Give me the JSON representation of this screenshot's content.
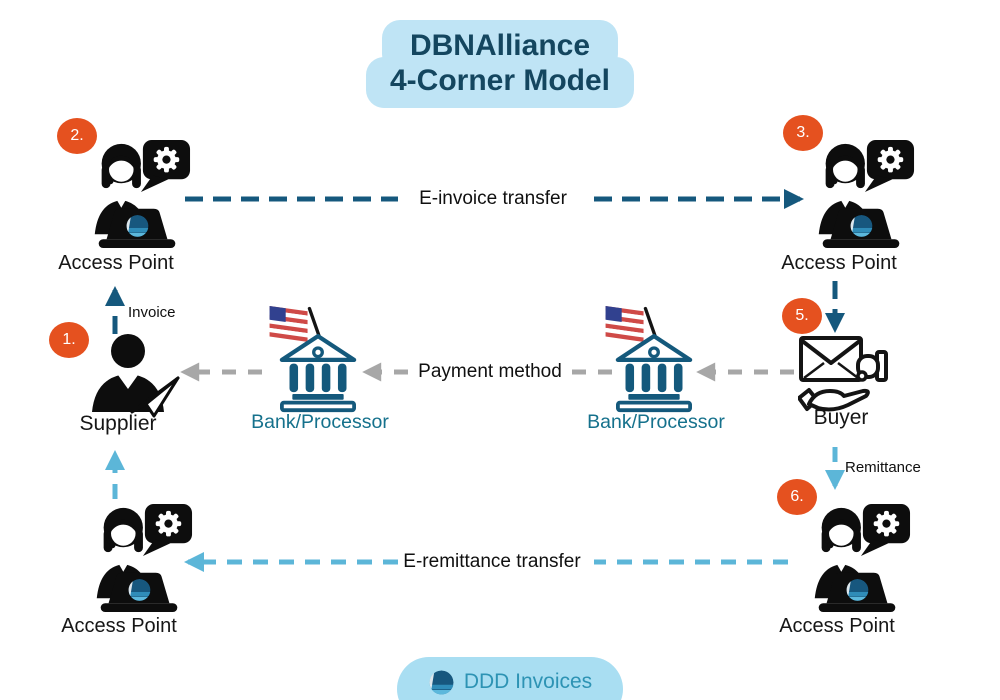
{
  "title": {
    "line1": "DBNAlliance",
    "line2": "4-Corner Model"
  },
  "nodes": {
    "access_point_tl": {
      "label": "Access Point",
      "badge": "2."
    },
    "access_point_tr": {
      "label": "Access Point",
      "badge": "3."
    },
    "access_point_bl": {
      "label": "Access Point"
    },
    "access_point_br": {
      "label": "Access Point",
      "badge": "6."
    },
    "supplier": {
      "label": "Supplier",
      "badge": "1."
    },
    "buyer": {
      "label": "Buyer",
      "badge": "5."
    },
    "bank_left": {
      "label": "Bank/Processor"
    },
    "bank_right": {
      "label": "Bank/Processor"
    }
  },
  "edges": {
    "e_invoice": {
      "label": "E-invoice transfer"
    },
    "payment": {
      "label": "Payment method"
    },
    "e_remittance": {
      "label": "E-remittance transfer"
    },
    "invoice": {
      "label": "Invoice"
    },
    "remittance": {
      "label": "Remittance"
    }
  },
  "footer": {
    "brand": "DDD Invoices"
  },
  "icons": {
    "access_point": "support-agent-laptop-gear-speech-bubble",
    "supplier": "businessman-paper-plane",
    "buyer": "hand-receiving-envelope",
    "bank": "bank-building-us-flag",
    "brand": "ddd-invoices-logomark"
  },
  "colors": {
    "badge_orange": "#e5511f",
    "arrow_dark_blue": "#15587d",
    "arrow_light_blue": "#5cb6d8",
    "arrow_gray": "#a7a7a7",
    "title_text": "#14465f",
    "title_bg": "#bfe4f5",
    "bank_teal": "#14597c",
    "bank_label": "#15718c",
    "footer_bg": "#a9def2",
    "footer_text": "#2d93b4",
    "flag_red": "#cf4a47",
    "flag_blue": "#31418f",
    "logo_dark": "#17577e",
    "logo_mid": "#2f8cb8",
    "logo_light": "#5cb8dc"
  }
}
